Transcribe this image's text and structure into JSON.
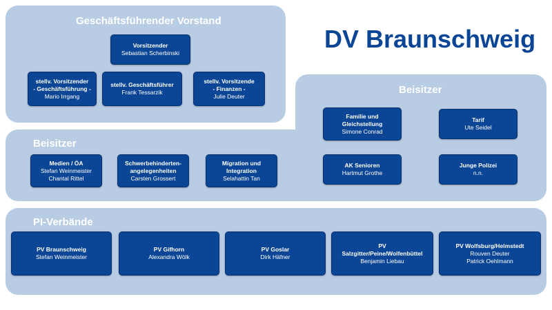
{
  "title": "DV Braunschweig",
  "colors": {
    "panel": "#b8cce4",
    "box": "#0b4595",
    "title": "#0b4595"
  },
  "vorstand": {
    "title": "Geschäftsführender Vorstand",
    "members": [
      {
        "role": "Vorsitzender",
        "name": "Sebastian Scherbinski"
      },
      {
        "role": "stellv. Vorsitzender\n- Geschäftsführung -",
        "name": "Mario Irrgang"
      },
      {
        "role": "stellv. Geschäftsführer",
        "name": "Frank Tessarzik"
      },
      {
        "role": "stellv. Vorsitzende\n- Finanzen -",
        "name": "Julie Deuter"
      }
    ]
  },
  "beisitzer_left": {
    "title": "Beisitzer",
    "members": [
      {
        "role": "Medien / ÖA",
        "name": "Stefan Weinmeister\nChantal Rittel"
      },
      {
        "role": "Schwerbehinderten-\nangelegenheiten",
        "name": "Carsten Grossert"
      },
      {
        "role": "Migration und\nIntegration",
        "name": "Selahattin Tan"
      }
    ]
  },
  "beisitzer_right": {
    "title": "Beisitzer",
    "members": [
      {
        "role": "Familie und\nGleichstellung",
        "name": "Simone Conrad"
      },
      {
        "role": "Tarif",
        "name": "Ute Seidel"
      },
      {
        "role": "AK Senioren",
        "name": "Hartmut Grothe"
      },
      {
        "role": "Junge Polizei",
        "name": "n.n."
      }
    ]
  },
  "pi_verbaende": {
    "title": "PI-Verbände",
    "members": [
      {
        "role": "PV Braunschweig",
        "name": "Stefan Weinmeister"
      },
      {
        "role": "PV Gifhorn",
        "name": "Alexandra Wölk"
      },
      {
        "role": "PV Goslar",
        "name": "Dirk Häfner"
      },
      {
        "role": "PV\nSalzgitter/Peine/Wolfenbüttel",
        "name": "Benjamin Liebau"
      },
      {
        "role": "PV Wolfsburg/Helmstedt",
        "name": "Rouven Deuter\nPatrick Oehlmann"
      }
    ]
  }
}
